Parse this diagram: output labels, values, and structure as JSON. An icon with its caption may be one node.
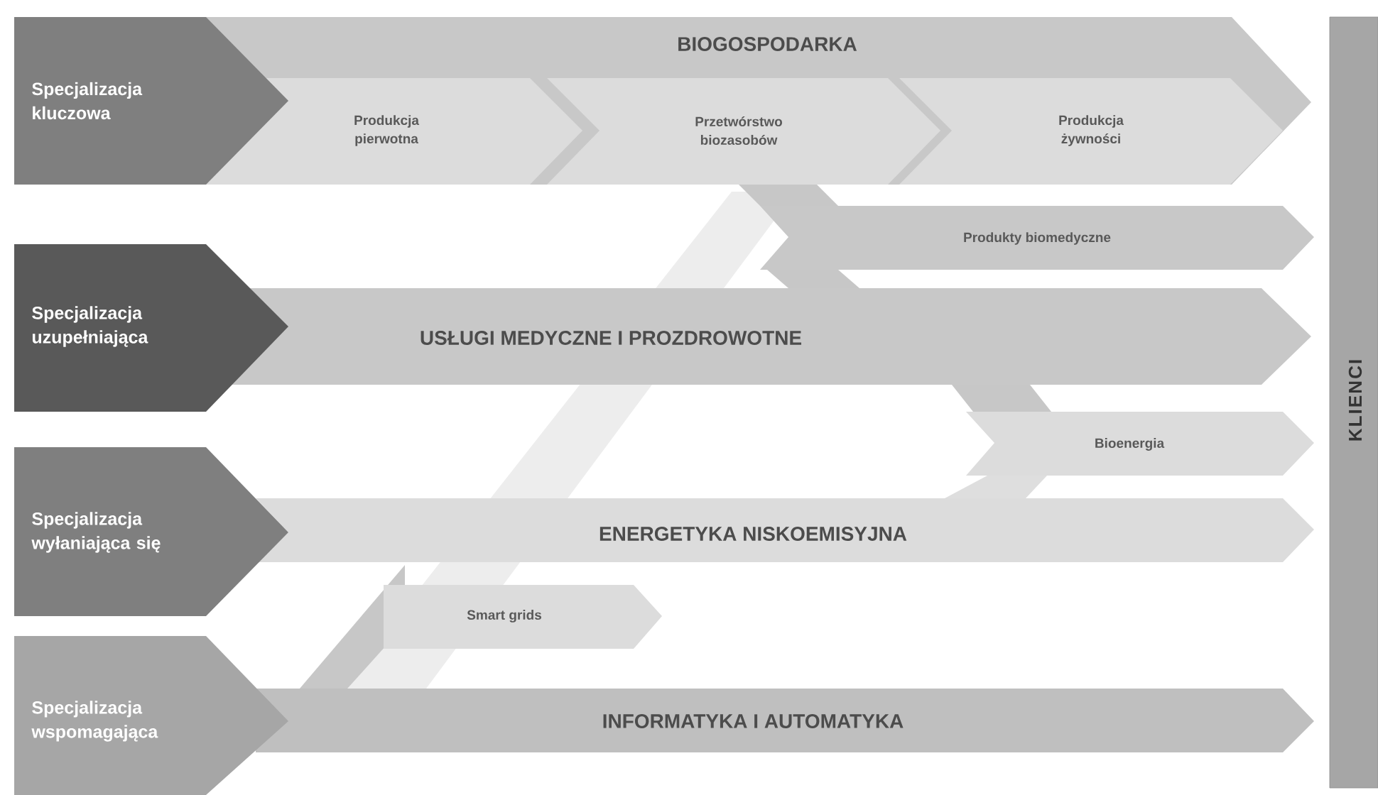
{
  "diagram": {
    "nodes": [
      {
        "text": [
          "Specjalizacja kluczowa"
        ]
      },
      {
        "text": [
          "BIOGOSPODARKA"
        ]
      },
      {
        "text": [
          "Produkcja pierwotna"
        ],
        "in": 1
      },
      {
        "text": [
          "Przetwórstwo biozasobów"
        ],
        "in": 1
      },
      {
        "text": [
          "Produkcja żywności"
        ],
        "in": 1
      },
      {
        "text": [
          "Produkty biomedyczne"
        ]
      },
      {
        "text": [
          "Specjalizacja uzupełniająca"
        ]
      },
      {
        "text": [
          "USŁUGI MEDYCZNE I PROZDROWOTNE"
        ]
      },
      {
        "text": [
          "Bioenergia"
        ]
      },
      {
        "text": [
          "Specjalizacja wyłaniająca się"
        ]
      },
      {
        "text": [
          "ENERGETYKA NISKOEMISYJNA"
        ]
      },
      {
        "text": [
          "Smart grids"
        ]
      },
      {
        "text": [
          "Specjalizacja wspomagająca"
        ]
      },
      {
        "text": [
          "INFORMATYKA I AUTOMATYKA"
        ]
      },
      {
        "text": [
          "KLIENCI"
        ]
      }
    ]
  }
}
